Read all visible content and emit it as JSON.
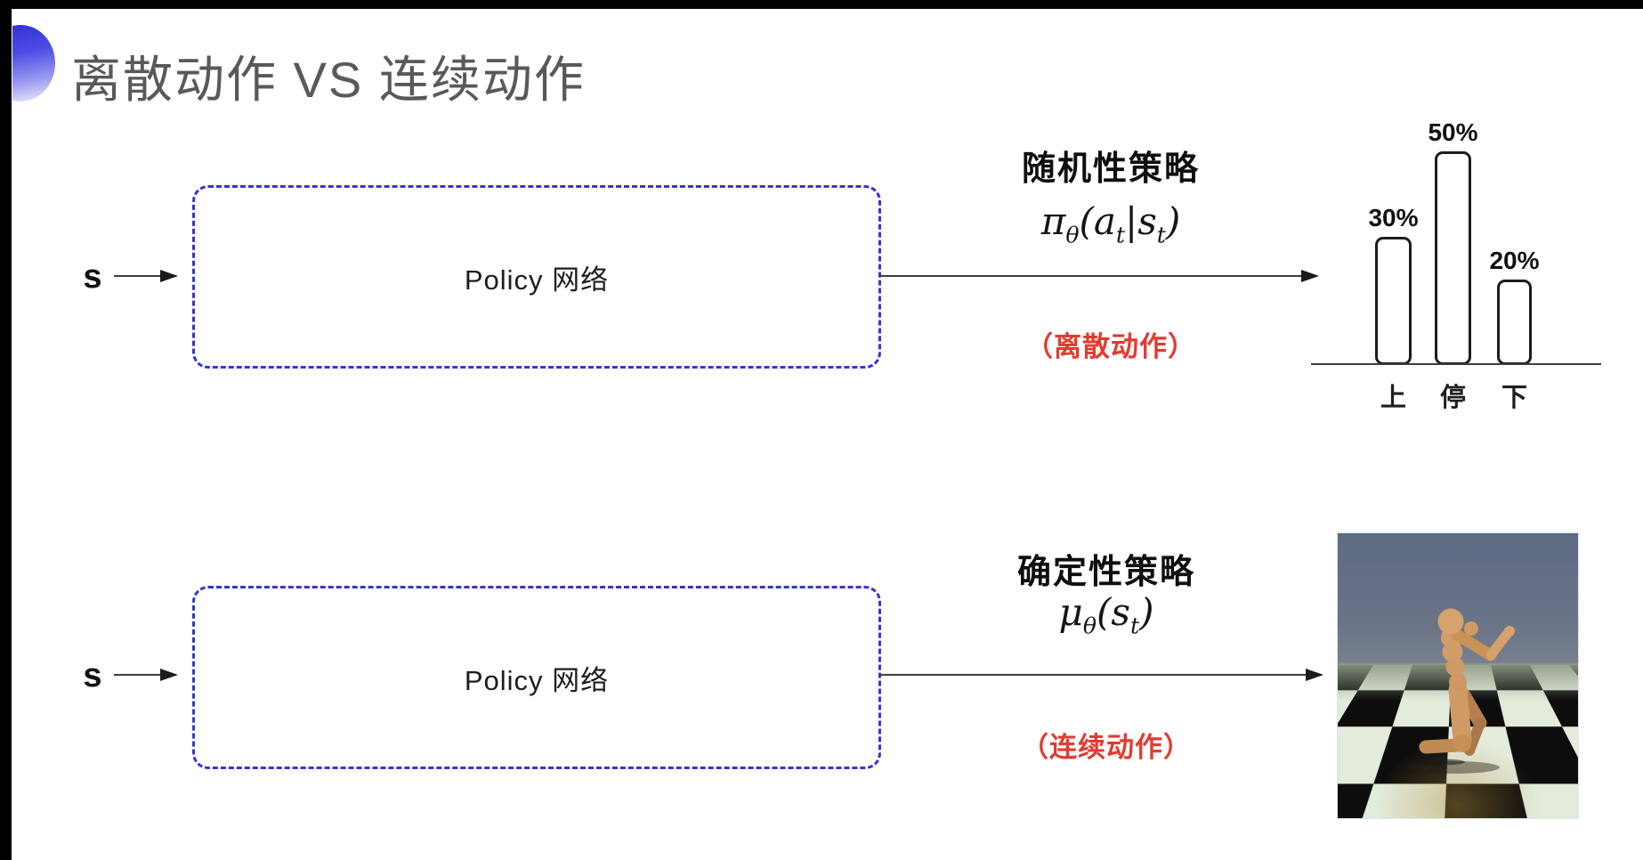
{
  "slide": {
    "title": "离散动作 VS 连续动作",
    "colors": {
      "accent_blue": "#3434d8",
      "alert_red": "#e23b30",
      "title_gray": "#59595b",
      "line_black": "#2b2b2b"
    }
  },
  "top_flow": {
    "input_label": "s",
    "box_label": "Policy 网络",
    "policy_type": "随机性策略",
    "formula": {
      "symbol": "π",
      "symbol_sub": "θ",
      "open_paren": "(",
      "arg1": "a",
      "arg1_sub": "t",
      "separator": "|",
      "arg2": "s",
      "arg2_sub": "t",
      "close_paren": ")"
    },
    "action_note": "（离散动作）"
  },
  "bottom_flow": {
    "input_label": "s",
    "box_label": "Policy 网络",
    "policy_type": "确定性策略",
    "formula": {
      "symbol": "μ",
      "symbol_sub": "θ",
      "open_paren": "(",
      "arg1": "s",
      "arg1_sub": "t",
      "close_paren": ")"
    },
    "action_note": "（连续动作）"
  },
  "chart_data": {
    "type": "bar",
    "categories": [
      "上",
      "停",
      "下"
    ],
    "values": [
      30,
      50,
      20
    ],
    "value_labels": [
      "30%",
      "50%",
      "20%"
    ],
    "title": "",
    "xlabel": "",
    "ylabel": "",
    "ylim": [
      0,
      60
    ],
    "grid": false,
    "legend": false
  },
  "robot_image": {
    "description": "humanoid-robot-on-checkerboard-floor"
  }
}
